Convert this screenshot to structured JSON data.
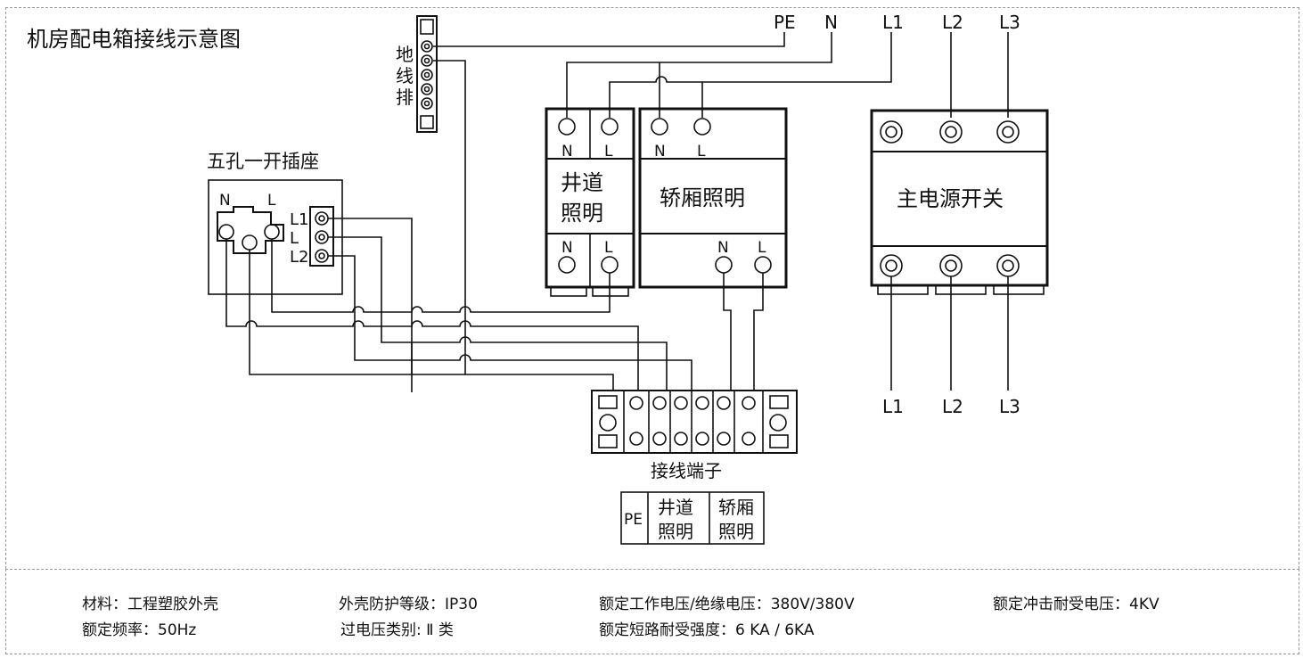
{
  "title": "机房配电箱接线示意图",
  "ground_bar": {
    "label": [
      "地",
      "线",
      "排"
    ]
  },
  "socket": {
    "title": "五孔一开插座",
    "label_n": "N",
    "label_l": "L",
    "switch_labels": [
      "L1",
      "L",
      "L2"
    ]
  },
  "top_wire_labels": {
    "pe": "PE",
    "n": "N",
    "l1": "L1",
    "l2": "L2",
    "l3": "L3"
  },
  "breaker_shaft": {
    "name_line1": "井道",
    "name_line2": "照明",
    "top_n": "N",
    "top_l": "L",
    "bottom_n": "N",
    "bottom_l": "L"
  },
  "breaker_car": {
    "name": "轿厢照明",
    "top_n": "N",
    "top_l": "L",
    "bottom_n": "N",
    "bottom_l": "L"
  },
  "main_switch": {
    "name": "主电源开关"
  },
  "bottom_wire_labels": {
    "l1": "L1",
    "l2": "L2",
    "l3": "L3"
  },
  "terminal_block": {
    "title": "接线端子"
  },
  "legend": {
    "pe": "PE",
    "shaft_line1": "井道",
    "shaft_line2": "照明",
    "car_line1": "轿厢",
    "car_line2": "照明"
  },
  "specs": {
    "material": "材料：工程塑胶外壳",
    "frequency": "额定频率：50Hz",
    "protection": "外壳防护等级：IP30",
    "overvoltage": "过电压类别: Ⅱ 类",
    "voltage": "额定工作电压/绝缘电压：380V/380V",
    "short_circuit": "额定短路耐受强度：6 KA / 6KA",
    "impulse": "额定冲击耐受电压：4KV"
  }
}
